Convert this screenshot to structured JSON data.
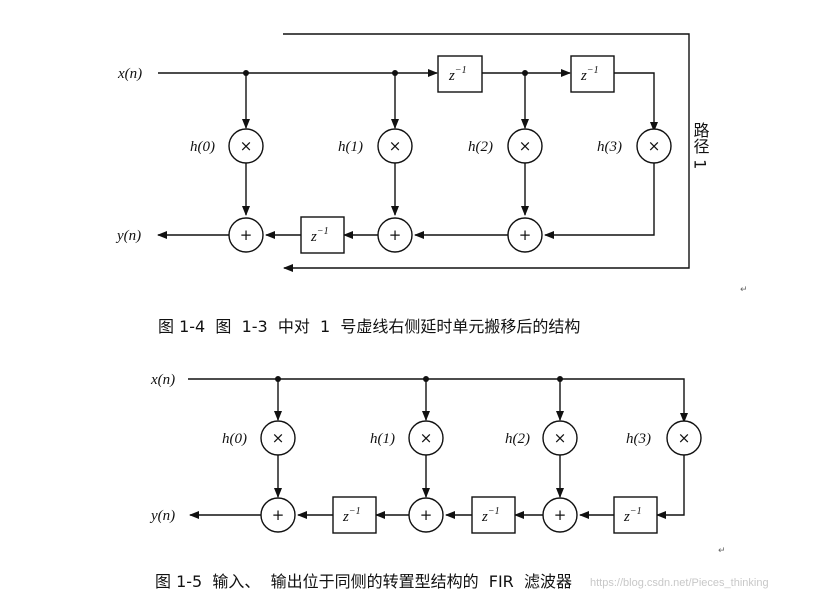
{
  "fig1": {
    "input": "x(n)",
    "output": "y(n)",
    "coeffs": [
      "h(0)",
      "h(1)",
      "h(2)",
      "h(3)"
    ],
    "delay": "z",
    "delay_exp": "−1",
    "multiply_symbol": "×",
    "add_symbol": "+",
    "path_label": "路径 1",
    "caption": "图 1-4  图  1-3  中对  1  号虚线右侧延时单元搬移后的结构"
  },
  "fig2": {
    "input": "x(n)",
    "output": "y(n)",
    "coeffs": [
      "h(0)",
      "h(1)",
      "h(2)",
      "h(3)"
    ],
    "delay": "z",
    "delay_exp": "−1",
    "multiply_symbol": "×",
    "add_symbol": "+",
    "caption": "图 1-5  输入、  输出位于同侧的转置型结构的  FIR  滤波器"
  },
  "watermark": "https://blog.csdn.net/Pieces_thinking",
  "paragraph_mark": "↵"
}
